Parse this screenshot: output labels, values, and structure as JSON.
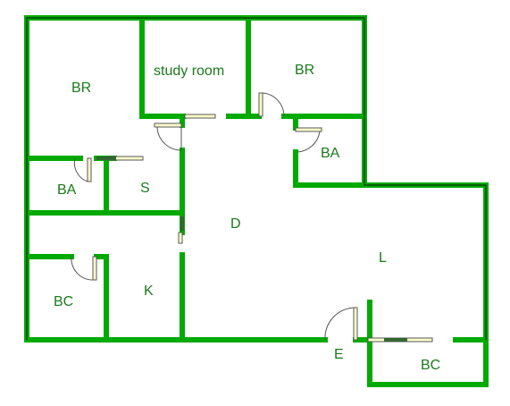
{
  "floorplan": {
    "rooms": {
      "bedroom_left": "BR",
      "study": "study room",
      "bedroom_right": "BR",
      "bath_left": "BA",
      "storage": "S",
      "bath_right": "BA",
      "dining": "D",
      "living": "L",
      "balcony_left": "BC",
      "kitchen": "K",
      "entrance": "E",
      "balcony_right": "BC"
    },
    "colors": {
      "wall": "#00aa00",
      "label": "#1a7a1a",
      "door_leaf": "#ffffcc",
      "background": "#ffffff"
    }
  }
}
